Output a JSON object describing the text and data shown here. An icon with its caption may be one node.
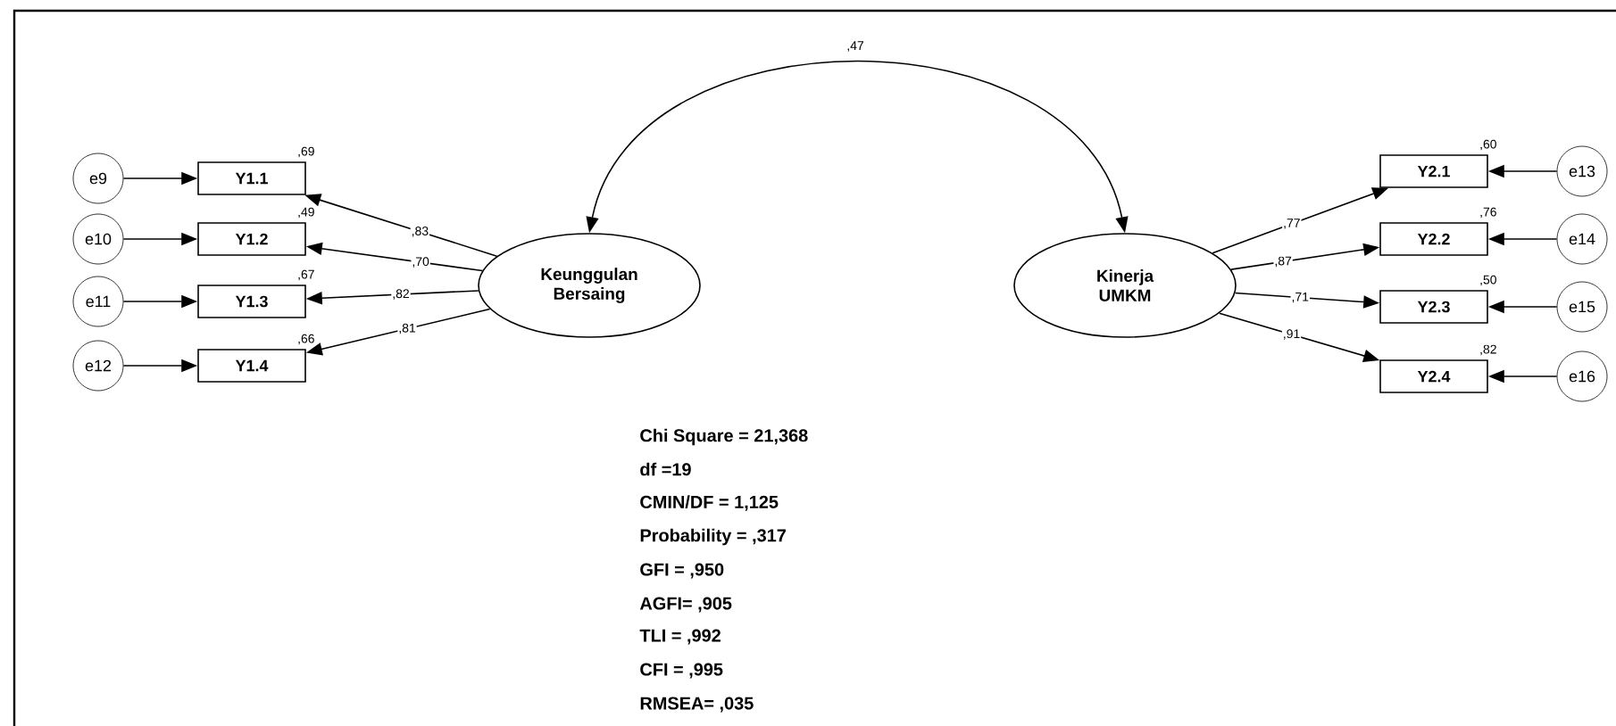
{
  "diagram": {
    "nodes": [
      {
        "text": [
          "Keunggulan Bersaing"
        ]
      },
      {
        "text": [
          "Kinerja UMKM"
        ]
      },
      {
        "text": [
          "Y1.1"
        ],
        "beside": [
          ",69"
        ]
      },
      {
        "text": [
          "Y1.2"
        ],
        "beside": [
          ",49"
        ]
      },
      {
        "text": [
          "Y1.3"
        ],
        "beside": [
          ",67"
        ]
      },
      {
        "text": [
          "Y1.4"
        ],
        "beside": [
          ",66"
        ]
      },
      {
        "text": [
          "e9"
        ]
      },
      {
        "text": [
          "e10"
        ]
      },
      {
        "text": [
          "e11"
        ]
      },
      {
        "text": [
          "e12"
        ]
      },
      {
        "text": [
          "Y2.1"
        ],
        "beside": [
          ",60"
        ]
      },
      {
        "text": [
          "Y2.2"
        ],
        "beside": [
          ",76"
        ]
      },
      {
        "text": [
          "Y2.3"
        ],
        "beside": [
          ",50"
        ]
      },
      {
        "text": [
          "Y2.4"
        ],
        "beside": [
          ",82"
        ]
      },
      {
        "text": [
          "e13"
        ]
      },
      {
        "text": [
          "e14"
        ]
      },
      {
        "text": [
          "e15"
        ]
      },
      {
        "text": [
          "e16"
        ]
      }
    ],
    "edges": [
      {
        "from": 0,
        "to": 1,
        "arrow": "both",
        "label": ",47"
      },
      {
        "from": 0,
        "to": 2,
        "arrow": "to",
        "label": ",83"
      },
      {
        "from": 0,
        "to": 3,
        "arrow": "to",
        "label": ",70"
      },
      {
        "from": 0,
        "to": 4,
        "arrow": "to",
        "label": ",82"
      },
      {
        "from": 0,
        "to": 5,
        "arrow": "to",
        "label": ",81"
      },
      {
        "from": 6,
        "to": 2,
        "arrow": "to"
      },
      {
        "from": 7,
        "to": 3,
        "arrow": "to"
      },
      {
        "from": 8,
        "to": 4,
        "arrow": "to"
      },
      {
        "from": 9,
        "to": 5,
        "arrow": "to"
      },
      {
        "from": 1,
        "to": 10,
        "arrow": "to",
        "label": ",77"
      },
      {
        "from": 1,
        "to": 11,
        "arrow": "to",
        "label": ",87"
      },
      {
        "from": 1,
        "to": 12,
        "arrow": "to",
        "label": ",71"
      },
      {
        "from": 1,
        "to": 13,
        "arrow": "to",
        "label": ",91"
      },
      {
        "from": 14,
        "to": 10,
        "arrow": "to"
      },
      {
        "from": 15,
        "to": 11,
        "arrow": "to"
      },
      {
        "from": 16,
        "to": 12,
        "arrow": "to"
      },
      {
        "from": 17,
        "to": 13,
        "arrow": "to"
      }
    ],
    "labels": [
      "Chi Square = 21,368",
      "df =19",
      "CMIN/DF = 1,125",
      "Probability = ,317",
      "GFI = ,950",
      "AGFI= ,905",
      "TLI = ,992",
      "CFI = ,995",
      "RMSEA= ,035"
    ]
  }
}
